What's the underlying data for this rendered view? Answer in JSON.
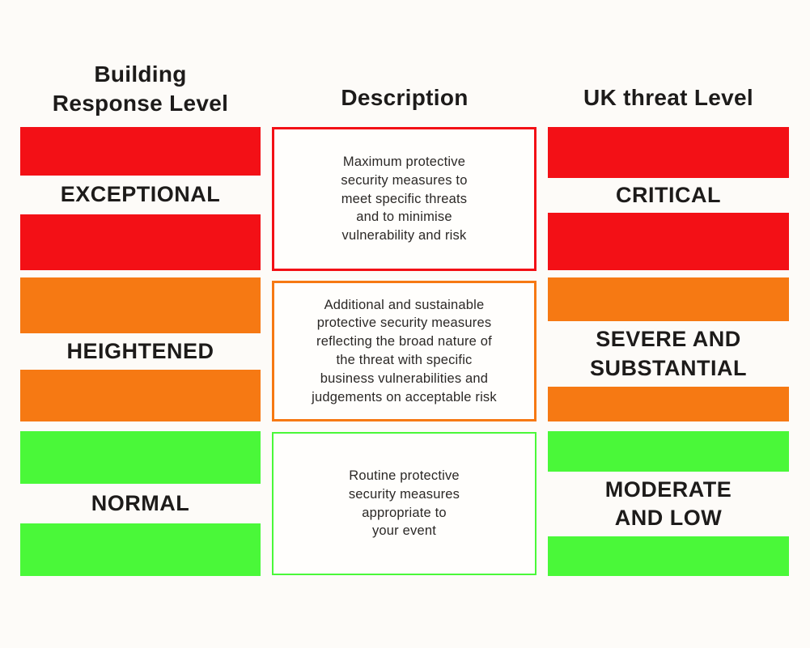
{
  "colors": {
    "red": "#f31016",
    "orange": "#f67913",
    "green": "#4af839",
    "page_background": "#fdfbf8",
    "box_background": "#fffefc",
    "text_dark": "#1d1b1a"
  },
  "headers": {
    "building": "Building\nResponse Level",
    "description": "Description",
    "uk_threat": "UK threat Level"
  },
  "rows": [
    {
      "name": "exceptional",
      "color": "#f31016",
      "building_level": "EXCEPTIONAL",
      "description": "Maximum protective\nsecurity measures to\nmeet specific threats\nand to minimise\nvulnerability and risk",
      "uk_threat_level": "CRITICAL"
    },
    {
      "name": "heightened",
      "color": "#f67913",
      "building_level": "HEIGHTENED",
      "description": "Additional and sustainable\nprotective security measures\nreflecting the broad nature of\nthe threat with specific\nbusiness vulnerabilities and\njudgements on acceptable risk",
      "uk_threat_level": "SEVERE AND\nSUBSTANTIAL"
    },
    {
      "name": "normal",
      "color": "#4af839",
      "building_level": "NORMAL",
      "description": "Routine protective\nsecurity measures\nappropriate to\nyour event",
      "uk_threat_level": "MODERATE\nAND LOW"
    }
  ]
}
